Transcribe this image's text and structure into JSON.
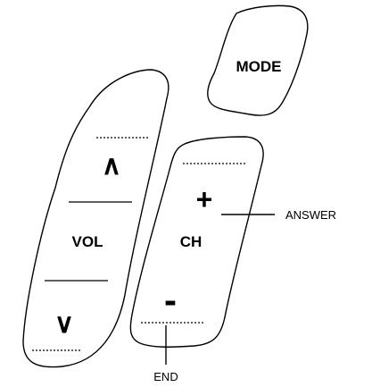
{
  "buttons": {
    "mode": "MODE",
    "vol_up": "∧",
    "vol": "VOL",
    "vol_down": "∨",
    "ch_plus": "+",
    "ch": "CH",
    "ch_minus": "-"
  },
  "callouts": {
    "answer": "ANSWER",
    "end": "END"
  }
}
